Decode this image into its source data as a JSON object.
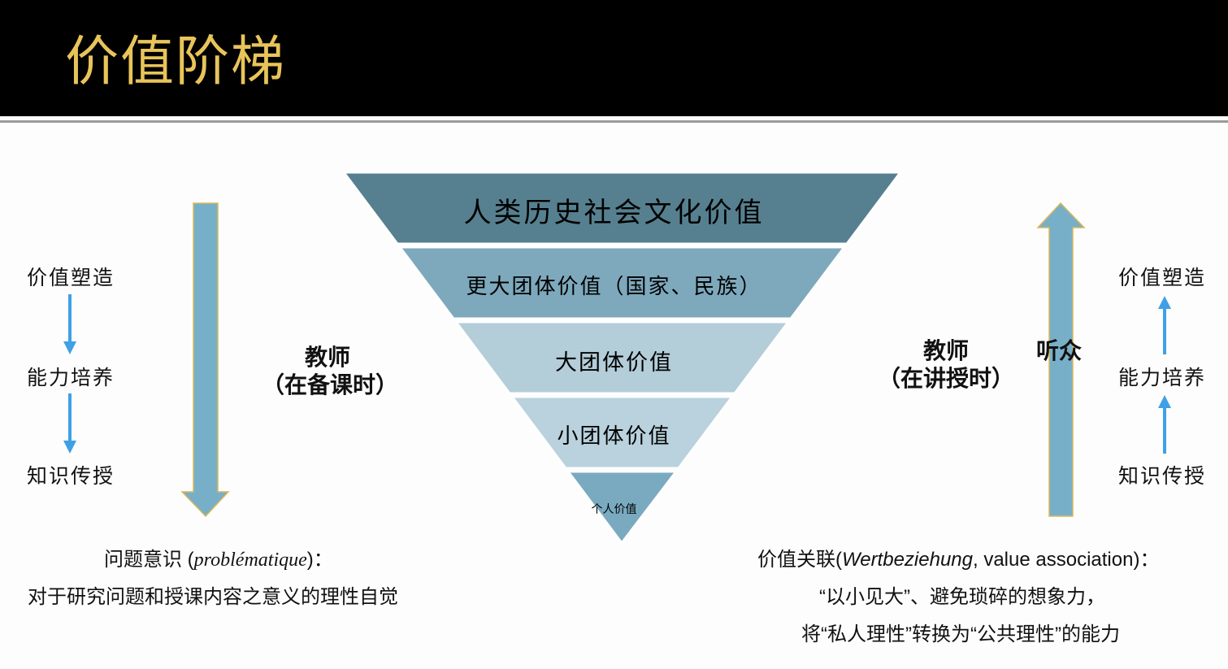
{
  "title": "价值阶梯",
  "pyramid": [
    "人类历史社会文化价值",
    "更大团体价值（国家、民族）",
    "大团体价值",
    "小团体价值",
    "个人价值"
  ],
  "left": {
    "steps": [
      "价值塑造",
      "能力培养",
      "知识传授"
    ],
    "role": "教师",
    "context": "（在备课时）",
    "note_prefix": "问题意识 (",
    "note_term": "problématique",
    "note_suffix": ")：",
    "note_line2": "对于研究问题和授课内容之意义的理性自觉"
  },
  "right": {
    "steps": [
      "价值塑造",
      "能力培养",
      "知识传授"
    ],
    "role": "教师",
    "context": "（在讲授时）",
    "audience": "听众",
    "note_prefix": "价值关联(",
    "note_term": "Wertbeziehung",
    "note_suffix": ", value association)：",
    "note_line2": "“以小见大”、避免琐碎的想象力，",
    "note_line3": "将“私人理性”转换为“公共理性”的能力"
  },
  "colors": {
    "arrow": "#78afc8",
    "arrow_outline": "#d8b85a",
    "small_arrow": "#3fa0e6"
  }
}
